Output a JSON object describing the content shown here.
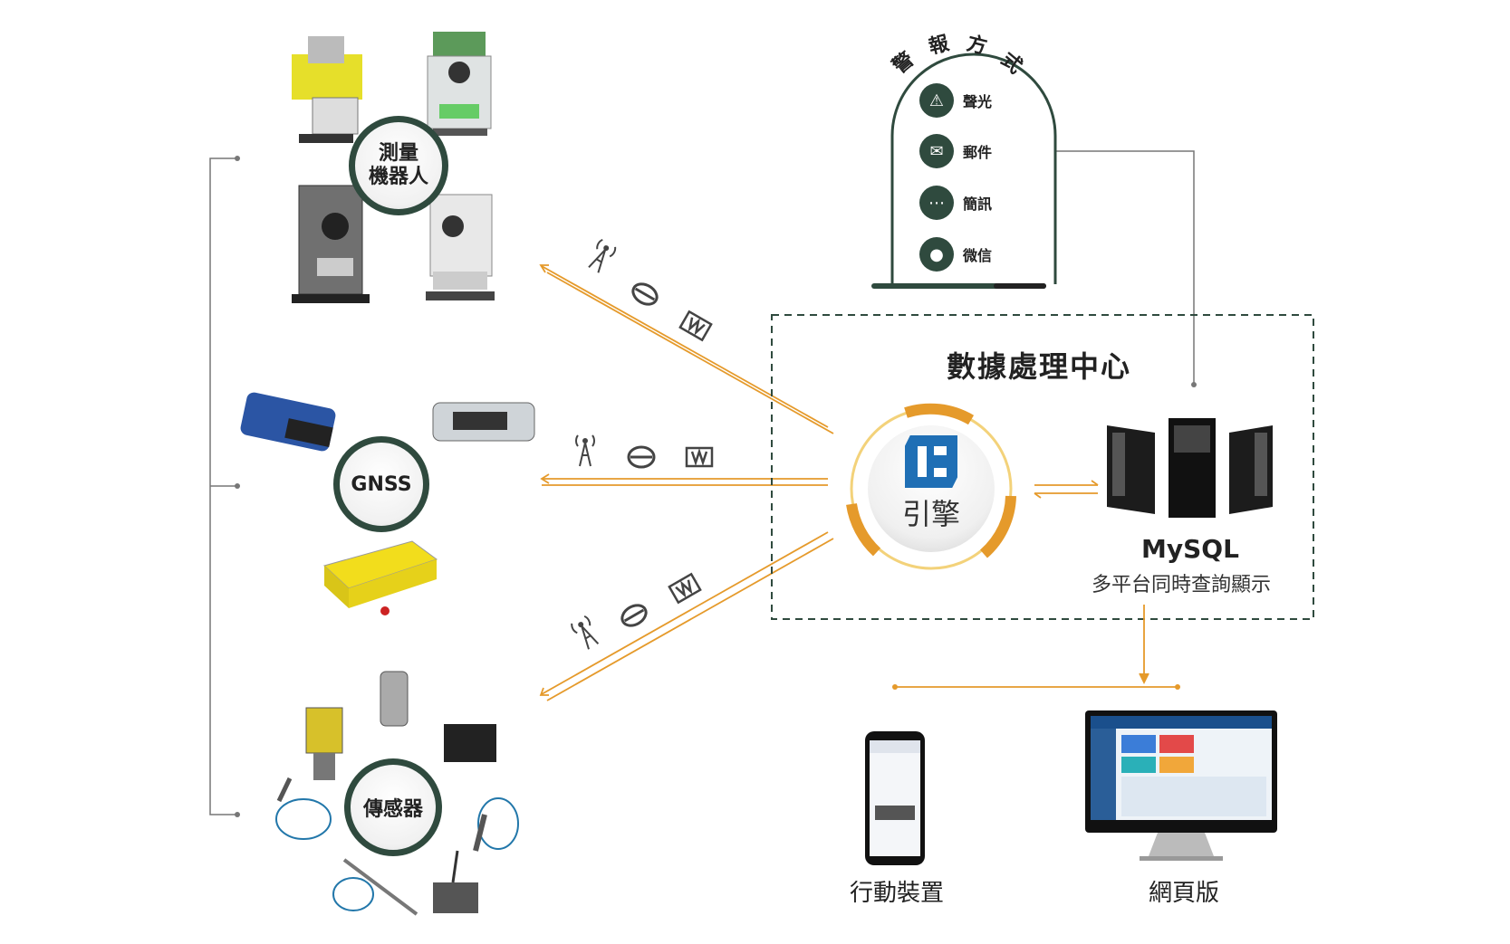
{
  "groups": {
    "robot_label_line1": "測量",
    "robot_label_line2": "機器人",
    "gnss_label": "GNSS",
    "sensor_label": "傳感器"
  },
  "alarm": {
    "title_chars": [
      "警",
      "報",
      "方",
      "式"
    ],
    "items": [
      {
        "label": "聲光",
        "icon": "siren-icon"
      },
      {
        "label": "郵件",
        "icon": "mail-icon"
      },
      {
        "label": "簡訊",
        "icon": "sms-icon"
      },
      {
        "label": "微信",
        "icon": "wechat-icon"
      }
    ]
  },
  "center": {
    "title": "數據處理中心",
    "engine_label": "引擎",
    "db_name": "MySQL",
    "db_caption": "多平台同時查詢顯示"
  },
  "outputs": {
    "mobile_label": "行動裝置",
    "web_label": "網頁版"
  },
  "colors": {
    "accent_orange": "#e59a2b",
    "dark_green": "#2f4a3e",
    "engine_blue": "#1f6fb5",
    "gray_line": "#777777"
  }
}
